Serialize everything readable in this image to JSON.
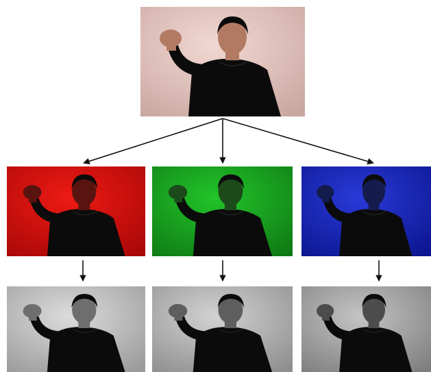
{
  "figure": {
    "original_frame": {
      "tint": "#f2d8d2",
      "tint_edge": "#c9a6a0",
      "skin": "#b27a63"
    },
    "channels": [
      {
        "key": "red",
        "tint": "#ee1a14",
        "tint_edge": "#a80808",
        "skin": "#5a1410"
      },
      {
        "key": "green",
        "tint": "#22c42a",
        "tint_edge": "#0f7a14",
        "skin": "#1c4a1a"
      },
      {
        "key": "blue",
        "tint": "#2a3ad8",
        "tint_edge": "#0c1690",
        "skin": "#141c4e"
      }
    ],
    "grayscale": [
      {
        "key": "gray-from-red",
        "tint": "#dcdcdc",
        "tint_edge": "#9a9a9a",
        "skin": "#6e6e6e"
      },
      {
        "key": "gray-from-green",
        "tint": "#d2d2d2",
        "tint_edge": "#8e8e8e",
        "skin": "#5e5e5e"
      },
      {
        "key": "gray-from-blue",
        "tint": "#c4c4c4",
        "tint_edge": "#7e7e7e",
        "skin": "#4c4c4c"
      }
    ],
    "arrow_color": "#111111",
    "clothing_color": "#0b0b0b"
  }
}
